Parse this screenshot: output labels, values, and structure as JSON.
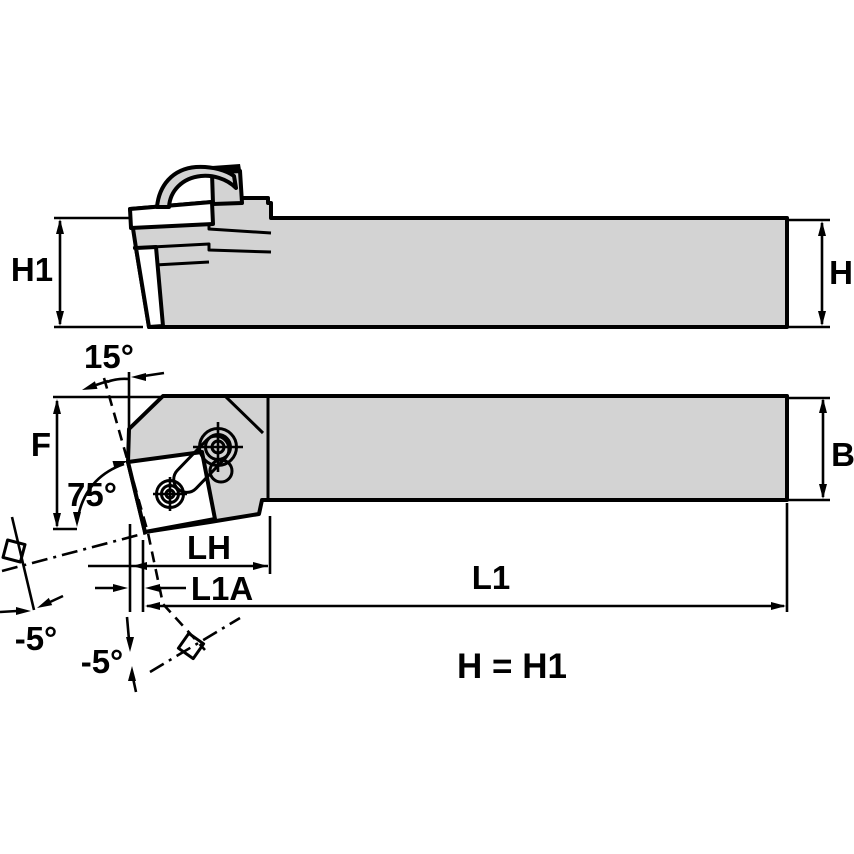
{
  "title": "Tool holder dimension drawing",
  "colors": {
    "body_fill": "#d3d3d3",
    "line": "#000000",
    "bg": "#ffffff"
  },
  "note": {
    "equality": "H = H1"
  },
  "side_view": {
    "description": "side elevation of shank with clamp head",
    "labels": {
      "h1": "H1",
      "h": "H"
    }
  },
  "top_view": {
    "description": "plan view of shank with insert, clamp and screws",
    "labels": {
      "f": "F",
      "b": "B",
      "lh": "LH",
      "l1a": "L1A",
      "l1": "L1",
      "insert_tilt": "15°",
      "lead_angle": "75°",
      "rake_left": "-5°",
      "rake_bottom": "-5°"
    }
  }
}
